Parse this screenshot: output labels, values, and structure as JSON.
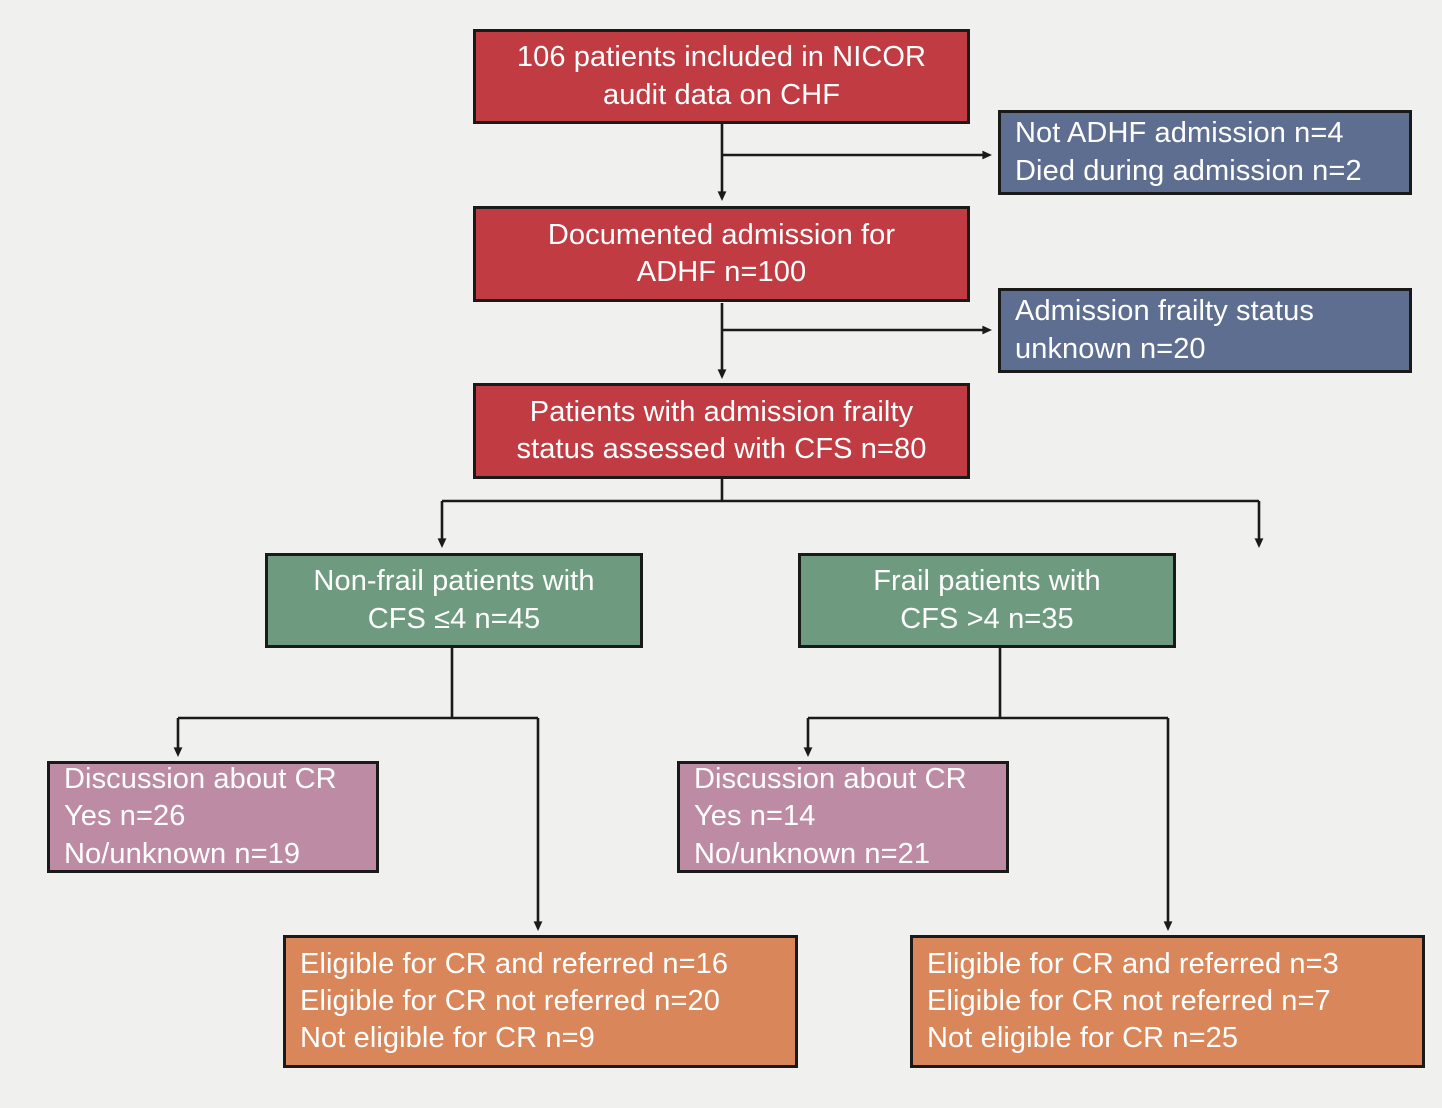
{
  "diagram": {
    "type": "flowchart",
    "title": "Patient inclusion flow for NICOR CHF audit with frailty and cardiac rehabilitation outcomes",
    "background_color": "#f0f0ee",
    "border_color": "#1a1a1a",
    "text_color": "#ffffff",
    "palette": {
      "red": "#c03c42",
      "blue": "#5d6e91",
      "green": "#6e9b7f",
      "mauve": "#bd8ca4",
      "orange": "#d9875a"
    },
    "nodes": [
      {
        "id": "included",
        "color_key": "red",
        "align": "center",
        "lines": [
          "106 patients included in NICOR",
          "audit data on CHF"
        ]
      },
      {
        "id": "excluded-1",
        "color_key": "blue",
        "align": "left",
        "lines": [
          "Not ADHF admission n=4",
          "Died during admission n=2"
        ]
      },
      {
        "id": "documented-adhf",
        "color_key": "red",
        "align": "center",
        "lines": [
          "Documented admission for",
          "ADHF n=100"
        ]
      },
      {
        "id": "excluded-2",
        "color_key": "blue",
        "align": "left",
        "lines": [
          "Admission frailty status",
          "unknown n=20"
        ]
      },
      {
        "id": "frailty-assessed",
        "color_key": "red",
        "align": "center",
        "lines": [
          "Patients with admission frailty",
          "status assessed with CFS n=80"
        ]
      },
      {
        "id": "non-frail",
        "color_key": "green",
        "align": "center",
        "lines": [
          "Non-frail patients with",
          "CFS ≤4 n=45"
        ]
      },
      {
        "id": "frail",
        "color_key": "green",
        "align": "center",
        "lines": [
          "Frail patients with",
          "CFS >4 n=35"
        ]
      },
      {
        "id": "discussion-non-frail",
        "color_key": "mauve",
        "align": "left",
        "lines": [
          "Discussion about CR",
          "Yes n=26",
          "No/unknown n=19"
        ]
      },
      {
        "id": "discussion-frail",
        "color_key": "mauve",
        "align": "left",
        "lines": [
          "Discussion about CR",
          "Yes n=14",
          "No/unknown n=21"
        ]
      },
      {
        "id": "outcome-non-frail",
        "color_key": "orange",
        "align": "left",
        "lines": [
          "Eligible for CR and referred n=16",
          "Eligible for CR not referred n=20",
          "Not eligible for CR n=9"
        ]
      },
      {
        "id": "outcome-frail",
        "color_key": "orange",
        "align": "left",
        "lines": [
          "Eligible for CR and referred n=3",
          "Eligible for CR not referred n=7",
          "Not eligible for CR n=25"
        ]
      }
    ]
  }
}
